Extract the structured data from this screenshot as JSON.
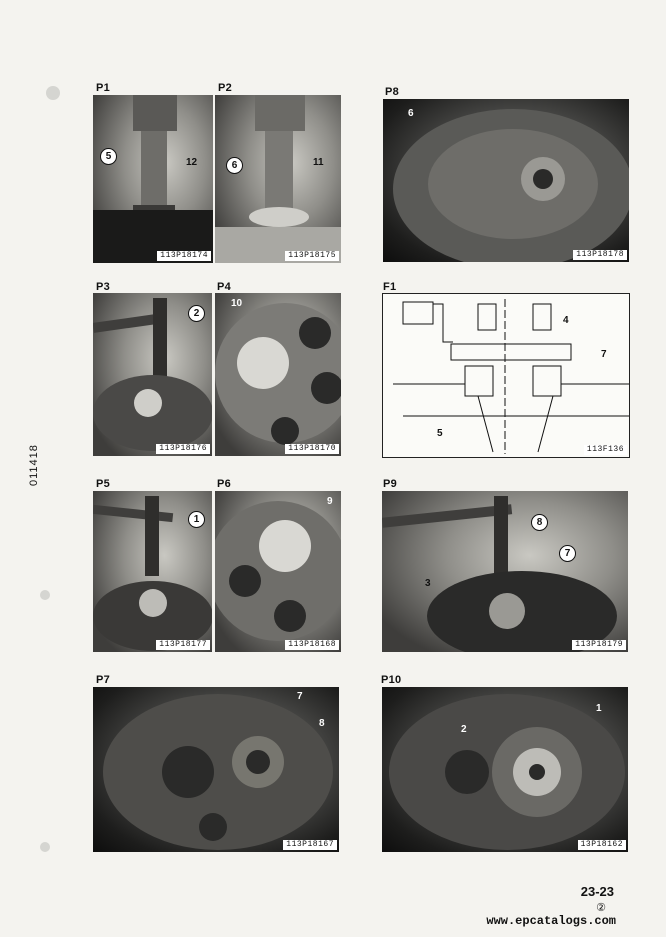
{
  "side_code": "011418",
  "page_number": "23-23",
  "revision_mark": "②",
  "website": "www.epcatalogs.com",
  "panels": {
    "p1": {
      "label": "P1",
      "caption": "113P18174",
      "callouts": [
        "5"
      ],
      "numbers": [
        "12"
      ]
    },
    "p2": {
      "label": "P2",
      "caption": "113P18175",
      "callouts": [
        "6"
      ],
      "numbers": [
        "11"
      ]
    },
    "p8": {
      "label": "P8",
      "caption": "113P18178",
      "numbers": [
        "6"
      ]
    },
    "p3": {
      "label": "P3",
      "caption": "113P18176",
      "callouts": [
        "2"
      ]
    },
    "p4": {
      "label": "P4",
      "caption": "113P18170",
      "numbers": [
        "10"
      ]
    },
    "f1": {
      "label": "F1",
      "caption": "113F136",
      "numbers": [
        "4",
        "7",
        "5"
      ]
    },
    "p5": {
      "label": "P5",
      "caption": "113P18177",
      "callouts": [
        "1"
      ]
    },
    "p6": {
      "label": "P6",
      "caption": "113P18168",
      "numbers": [
        "9"
      ]
    },
    "p9": {
      "label": "P9",
      "caption": "113P18179",
      "callouts": [
        "8",
        "7"
      ],
      "numbers": [
        "3"
      ]
    },
    "p7": {
      "label": "P7",
      "caption": "113P18167",
      "numbers": [
        "7",
        "8"
      ]
    },
    "p10": {
      "label": "P10",
      "caption": "13P18162",
      "numbers": [
        "2",
        "1"
      ]
    }
  }
}
